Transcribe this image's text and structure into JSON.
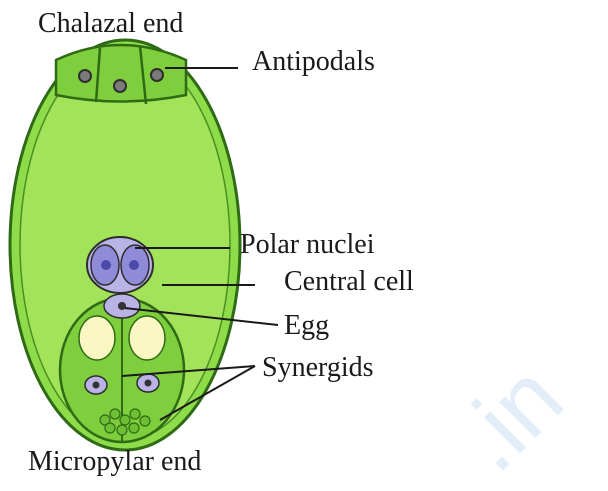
{
  "diagram": {
    "labels": {
      "chalazal_end": "Chalazal end",
      "antipodals": "Antipodals",
      "polar_nuclei": "Polar nuclei",
      "central_cell": "Central cell",
      "egg": "Egg",
      "synergids": "Synergids",
      "micropylar_end": "Micropylar end"
    },
    "watermark": ".in",
    "colors": {
      "sac_fill": "#8fdc4a",
      "outline": "#2e6b14",
      "nucleus": "#7f7fd6",
      "vacuole": "#fbf7c2"
    }
  }
}
